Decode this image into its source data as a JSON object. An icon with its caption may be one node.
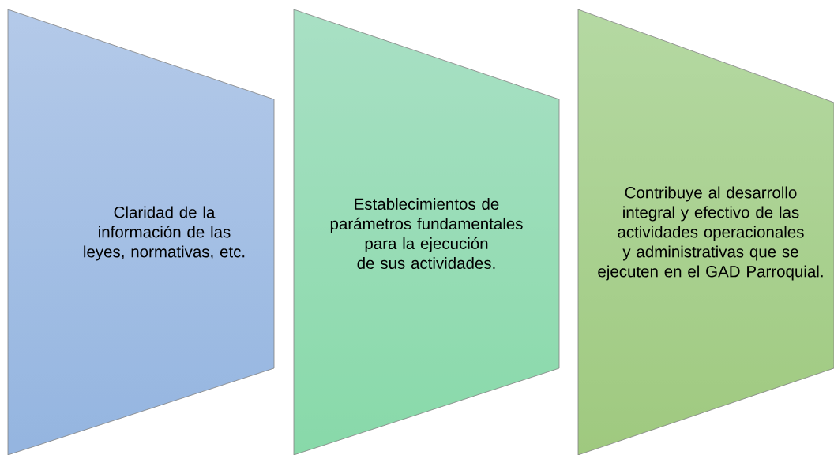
{
  "diagram": {
    "nodes": [
      {
        "text": [
          "Claridad de la información de las leyes, normativas, etc."
        ]
      },
      {
        "text": [
          "Establecimientos de parámetros fundamentales para la ejecución de sus actividades."
        ]
      },
      {
        "text": [
          "Contribuye al desarrollo integral y efectivo de las actividades operacionales y administrativas que se ejecuten en el GAD Parroquial."
        ]
      }
    ]
  }
}
